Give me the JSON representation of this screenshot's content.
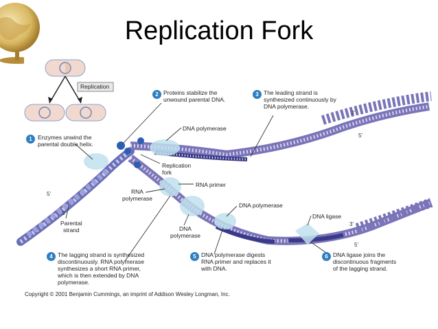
{
  "title": "Replication Fork",
  "labels": {
    "replication_box": "Replication",
    "dna_polymerase_top": "DNA polymerase",
    "replication_fork": "Replication\nfork",
    "rna_primer": "RNA primer",
    "rna_polymerase": "RNA\npolymerase",
    "dna_polymerase_mid": "DNA polymerase",
    "dna_polymerase_low": "DNA\npolymerase",
    "dna_ligase": "DNA ligase",
    "parental_strand": "Parental\nstrand",
    "end_3_top": "3'",
    "end_5_top": "5'",
    "end_5_left": "5'",
    "end_3_left": "3'",
    "end_3_bottom": "3'",
    "end_5_bottom": "5'"
  },
  "steps": [
    {
      "num": "1",
      "text": "Enzymes unwind the parental double helix."
    },
    {
      "num": "2",
      "text": "Proteins stabilize the unwound parental DNA."
    },
    {
      "num": "3",
      "text": "The leading strand is synthesized continuously by DNA polymerase."
    },
    {
      "num": "4",
      "text": "The lagging strand is synthesized discontinuously. RNA polymerase synthesizes a short RNA primer, which is then extended by DNA polymerase."
    },
    {
      "num": "5",
      "text": "DNA polymerase digests RNA primer and replaces it with DNA."
    },
    {
      "num": "6",
      "text": "DNA ligase joins the discontinuous fragments of the lagging strand."
    }
  ],
  "copyright": "Copyright © 2001 Benjamin Cummings, an imprint of Addison Wesley Longman, Inc."
}
